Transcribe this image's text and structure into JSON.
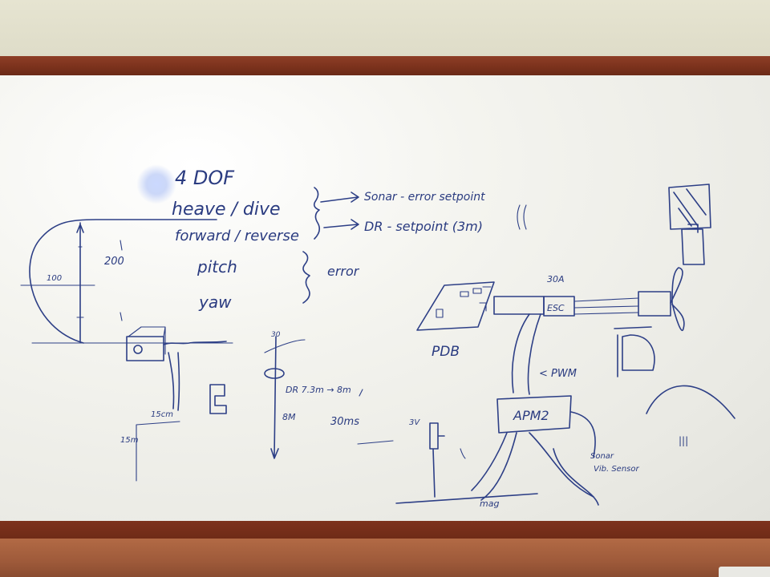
{
  "whiteboard": {
    "title": "4 DOF",
    "dof_list": [
      "heave / dive",
      "forward / reverse",
      "pitch",
      "yaw"
    ],
    "sonar_line": "Sonar - error setpoint",
    "dr_line": "DR - setpoint (3m)",
    "error_label": "error",
    "dim_200": "200",
    "dim_100": "100",
    "dim_15cm": "15cm",
    "dim_15m": "15m",
    "pdb_label": "PDB",
    "esc_label": "ESC",
    "amp_label": "30A",
    "pwm_label": "< PWM",
    "apm_label": "APM2",
    "sonar_sensor": "Sonar",
    "vib_sensor": "Vib. Sensor",
    "mag_label": "mag",
    "volt_label": "3V",
    "dr_range": "DR 7.3m → 8m",
    "depth_8m": "8M",
    "time_label": "30ms",
    "depth_small": "30",
    "tally": "|||"
  },
  "colors": {
    "ink": "#2d3f86",
    "frame": "#7a311c",
    "board": "#f4f4ef",
    "wall": "#e4e2cf"
  }
}
